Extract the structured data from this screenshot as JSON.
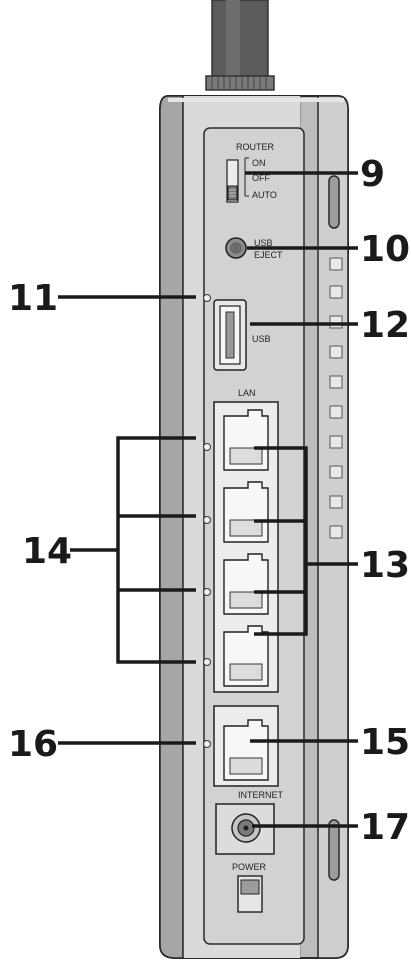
{
  "panel": {
    "router_switch_title": "ROUTER",
    "router_switch_on": "ON",
    "router_switch_off": "OFF",
    "router_switch_auto": "AUTO",
    "usb_eject_line1": "USB",
    "usb_eject_line2": "EJECT",
    "usb_port_label": "USB",
    "lan_label": "LAN",
    "internet_label": "INTERNET",
    "power_label": "POWER"
  },
  "callouts": {
    "c9": "9",
    "c10": "10",
    "c11": "11",
    "c12": "12",
    "c13": "13",
    "c14": "14",
    "c15": "15",
    "c16": "16",
    "c17": "17"
  },
  "colors": {
    "body_light": "#d9d9d9",
    "body_mid": "#bdbdbd",
    "body_dark": "#8c8c8c",
    "antenna": "#5a5a5a",
    "outline": "#2a2a2a",
    "callout_line": "#1a1a1a"
  }
}
